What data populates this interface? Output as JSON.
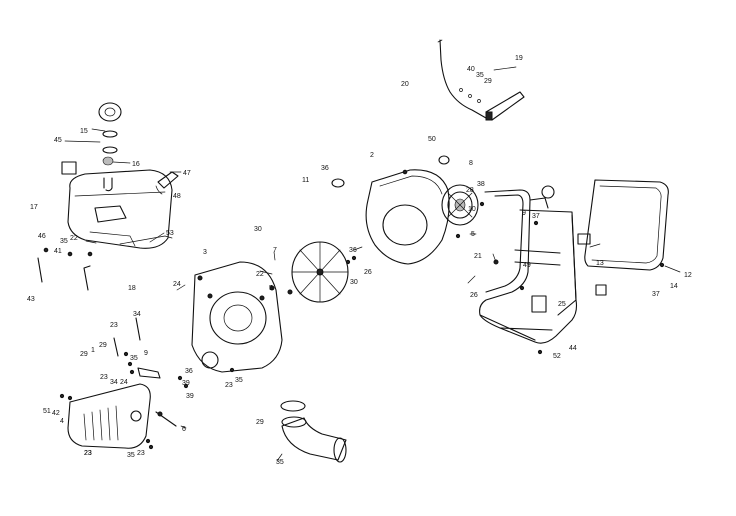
{
  "labels": [
    {
      "id": "l1",
      "text": "20"
    },
    {
      "id": "l2",
      "text": "40"
    },
    {
      "id": "l3",
      "text": "35"
    },
    {
      "id": "l4",
      "text": "29"
    },
    {
      "id": "l5",
      "text": "19"
    },
    {
      "id": "l6",
      "text": "45"
    },
    {
      "id": "l7",
      "text": "15"
    },
    {
      "id": "l8",
      "text": "16"
    },
    {
      "id": "l9",
      "text": "47"
    },
    {
      "id": "l10",
      "text": "48"
    },
    {
      "id": "l11",
      "text": "17"
    },
    {
      "id": "l12",
      "text": "46"
    },
    {
      "id": "l13",
      "text": "35"
    },
    {
      "id": "l14",
      "text": "22"
    },
    {
      "id": "l15",
      "text": "41"
    },
    {
      "id": "l16",
      "text": "53"
    },
    {
      "id": "l17",
      "text": "43"
    },
    {
      "id": "l18",
      "text": "18"
    },
    {
      "id": "l19",
      "text": "3"
    },
    {
      "id": "l20",
      "text": "24"
    },
    {
      "id": "l21",
      "text": "30"
    },
    {
      "id": "l22",
      "text": "36"
    },
    {
      "id": "l23",
      "text": "2"
    },
    {
      "id": "l24",
      "text": "11"
    },
    {
      "id": "l25",
      "text": "50"
    },
    {
      "id": "l26",
      "text": "8"
    },
    {
      "id": "l27",
      "text": "28"
    },
    {
      "id": "l28",
      "text": "38"
    },
    {
      "id": "l29",
      "text": "10"
    },
    {
      "id": "l30",
      "text": "22"
    },
    {
      "id": "l31",
      "text": "7"
    },
    {
      "id": "l32",
      "text": "5"
    },
    {
      "id": "l33",
      "text": "36"
    },
    {
      "id": "l34",
      "text": "26"
    },
    {
      "id": "l35",
      "text": "30"
    },
    {
      "id": "l36",
      "text": "5"
    },
    {
      "id": "l37",
      "text": "21"
    },
    {
      "id": "l38",
      "text": "26"
    },
    {
      "id": "l39",
      "text": "9"
    },
    {
      "id": "l40",
      "text": "37"
    },
    {
      "id": "l41",
      "text": "49"
    },
    {
      "id": "l42",
      "text": "13"
    },
    {
      "id": "l43",
      "text": "37"
    },
    {
      "id": "l44",
      "text": "14"
    },
    {
      "id": "l45",
      "text": "12"
    },
    {
      "id": "l46",
      "text": "25"
    },
    {
      "id": "l47",
      "text": "44"
    },
    {
      "id": "l48",
      "text": "52"
    },
    {
      "id": "l49",
      "text": "23"
    },
    {
      "id": "l50",
      "text": "34"
    },
    {
      "id": "l51",
      "text": "29"
    },
    {
      "id": "l52",
      "text": "1"
    },
    {
      "id": "l53",
      "text": "29"
    },
    {
      "id": "l54",
      "text": "9"
    },
    {
      "id": "l55",
      "text": "35"
    },
    {
      "id": "l56",
      "text": "36"
    },
    {
      "id": "l57",
      "text": "23"
    },
    {
      "id": "l58",
      "text": "34"
    },
    {
      "id": "l59",
      "text": "39"
    },
    {
      "id": "l60",
      "text": "24"
    },
    {
      "id": "l61",
      "text": "23"
    },
    {
      "id": "l62",
      "text": "35"
    },
    {
      "id": "l63",
      "text": "39"
    },
    {
      "id": "l64",
      "text": "51"
    },
    {
      "id": "l65",
      "text": "42"
    },
    {
      "id": "l66",
      "text": "4"
    },
    {
      "id": "l67",
      "text": "6"
    },
    {
      "id": "l68",
      "text": "29"
    },
    {
      "id": "l69",
      "text": "35"
    },
    {
      "id": "l70",
      "text": "23"
    }
  ]
}
